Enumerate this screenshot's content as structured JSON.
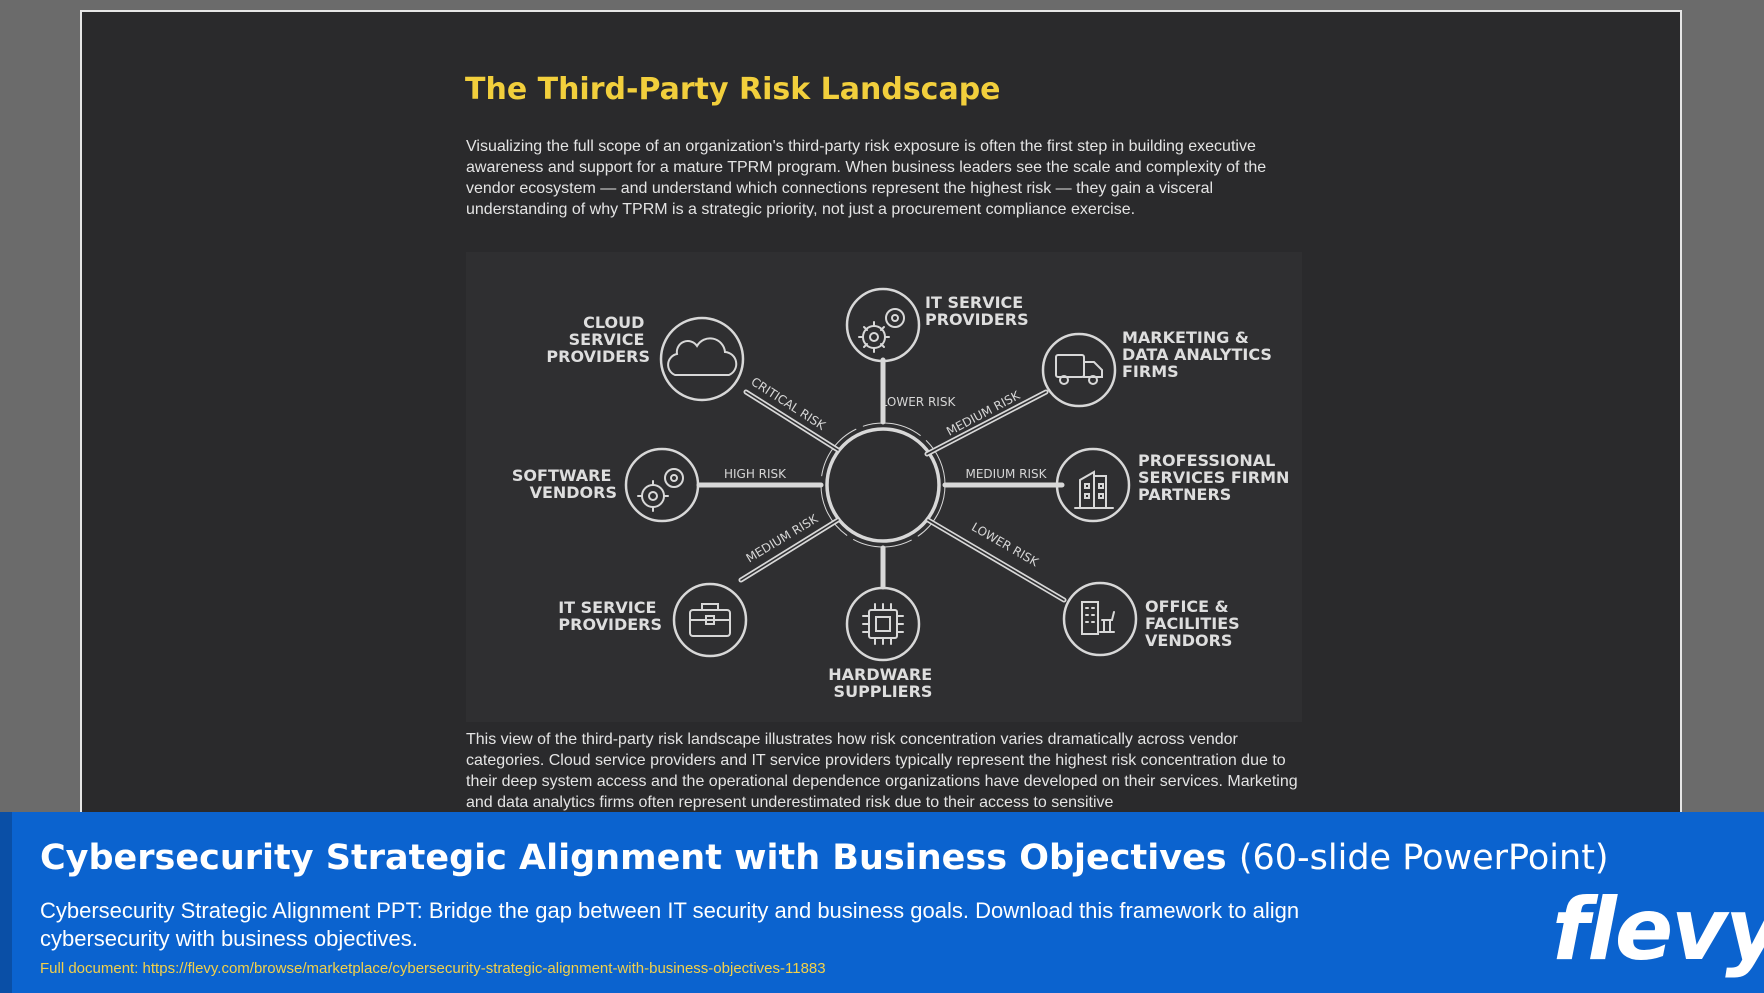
{
  "slide": {
    "title": "The Third-Party Risk Landscape",
    "intro": "Visualizing the full scope of an organization's third-party risk exposure is often the first step in building executive awareness and support for a mature TPRM program. When business leaders see the scale and complexity of the vendor ecosystem — and understand which connections represent the highest risk — they gain a visceral understanding of why TPRM is a strategic priority, not just a procurement compliance exercise.",
    "below": "This view of the third-party risk landscape illustrates how risk concentration varies dramatically across vendor categories. Cloud service providers and IT service providers typically represent the highest risk concentration due to their deep system access and the operational dependence organizations have developed on their services. Marketing and data analytics firms often represent underestimated risk due to their access to sensitive"
  },
  "diagram": {
    "nodes": [
      {
        "id": "cloud",
        "label_lines": [
          "CLOUD",
          "SERVICE",
          "PROVIDERS"
        ],
        "icon": "cloud-icon",
        "risk": "CRITICAL RISK"
      },
      {
        "id": "it-top",
        "label_lines": [
          "IT SERVICE",
          "PROVIDERS"
        ],
        "icon": "gears-icon",
        "risk": "LOWER RISK"
      },
      {
        "id": "marketing",
        "label_lines": [
          "MARKETING &",
          "DATA ANALYTICS",
          "FIRMS"
        ],
        "icon": "truck-icon",
        "risk": "MEDIUM RISK"
      },
      {
        "id": "software",
        "label_lines": [
          "SOFTWARE",
          "VENDORS"
        ],
        "icon": "gears-icon",
        "risk": "HIGH RISK"
      },
      {
        "id": "professional",
        "label_lines": [
          "PROFESSIONAL",
          "SERVICES FIRMN",
          "PARTNERS"
        ],
        "icon": "building-icon",
        "risk": "MEDIUM RISK"
      },
      {
        "id": "it-bottom",
        "label_lines": [
          "IT SERVICE",
          "PROVIDERS"
        ],
        "icon": "briefcase-icon",
        "risk": "MEDIUM RISK"
      },
      {
        "id": "hardware",
        "label_lines": [
          "HARDWARE",
          "SUPPLIERS"
        ],
        "icon": "chip-icon",
        "risk": ""
      },
      {
        "id": "office",
        "label_lines": [
          "OFFICE &",
          "FACILITIES",
          "VENDORS"
        ],
        "icon": "office-icon",
        "risk": "LOWER RISK"
      }
    ]
  },
  "banner": {
    "title_bold": "Cybersecurity Strategic Alignment with Business Objectives",
    "title_light": "(60-slide PowerPoint)",
    "description": "Cybersecurity Strategic Alignment PPT: Bridge the gap between IT security and business goals. Download this framework to align cybersecurity with business objectives.",
    "link": "Full document: https://flevy.com/browse/marketplace/cybersecurity-strategic-alignment-with-business-objectives-11883",
    "logo": "flevy"
  }
}
